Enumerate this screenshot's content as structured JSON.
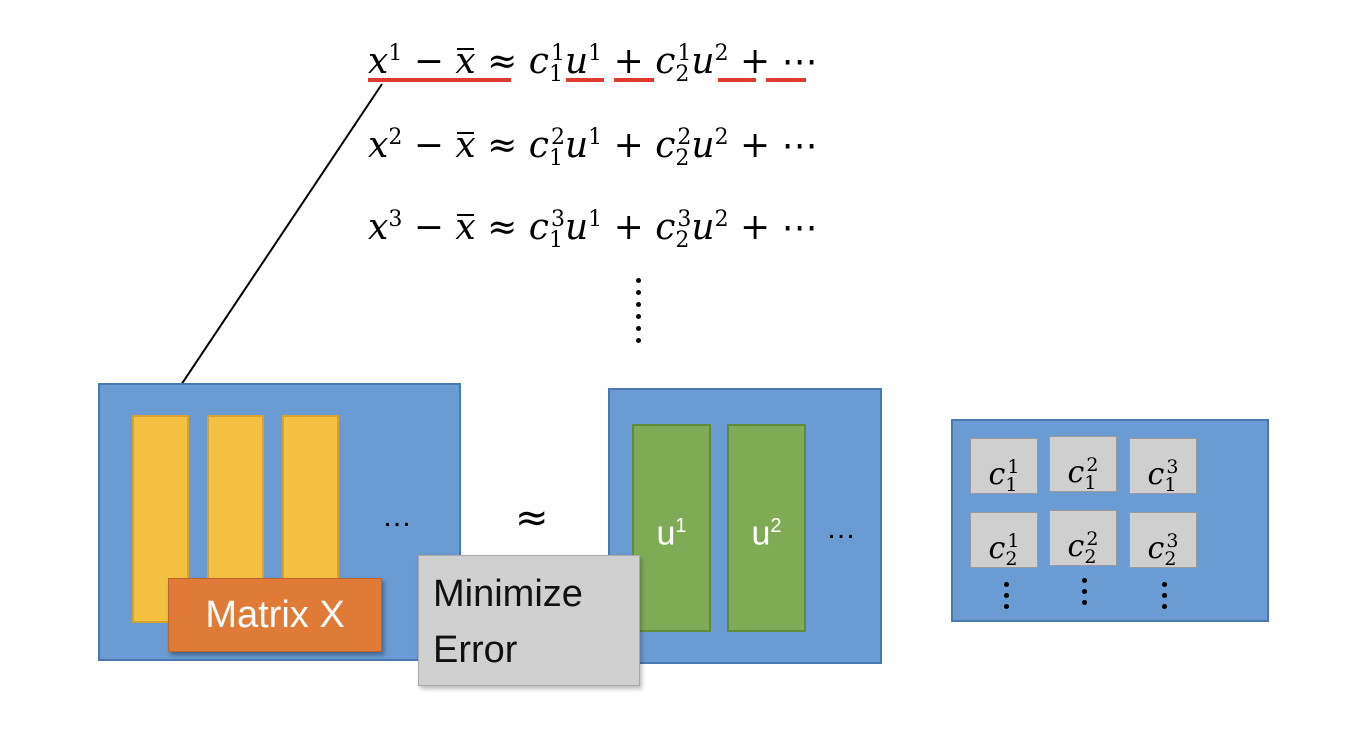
{
  "equations": [
    {
      "lhs_var": "x",
      "lhs_sup": "1",
      "minus": "−",
      "xbar": "x",
      "approx": "≈",
      "c": "c",
      "c1_sub": "1",
      "c1_sup": "1",
      "u": "u",
      "u1_sup": "1",
      "plus": "+",
      "c2_sub": "2",
      "c2_sup": "1",
      "u2_sup": "2",
      "tail": "+ ⋯"
    },
    {
      "lhs_var": "x",
      "lhs_sup": "2",
      "minus": "−",
      "xbar": "x",
      "approx": "≈",
      "c": "c",
      "c1_sub": "1",
      "c1_sup": "2",
      "u": "u",
      "u1_sup": "1",
      "plus": "+",
      "c2_sub": "2",
      "c2_sup": "2",
      "u2_sup": "2",
      "tail": "+ ⋯"
    },
    {
      "lhs_var": "x",
      "lhs_sup": "3",
      "minus": "−",
      "xbar": "x",
      "approx": "≈",
      "c": "c",
      "c1_sub": "1",
      "c1_sup": "3",
      "u": "u",
      "u1_sup": "1",
      "plus": "+",
      "c2_sub": "2",
      "c2_sup": "3",
      "u2_sup": "2",
      "tail": "+ ⋯"
    }
  ],
  "colors": {
    "panel": "#6a9bd2",
    "yellow_column": "#f4c042",
    "green_column": "#7fab57",
    "label_orange": "#e07b37",
    "error_gray": "#d0d0d0",
    "underline_red": "#e03a2e"
  },
  "matrix_x": {
    "label": "Matrix X",
    "ellipsis": "…"
  },
  "approx_symbol": "≈",
  "minimize_error": {
    "line1": "Minimize",
    "line2": "Error"
  },
  "components": {
    "u": "u",
    "u1_sup": "1",
    "u2_sup": "2",
    "ellipsis": "…"
  },
  "coefficients": {
    "c": "c",
    "row1": [
      {
        "sub": "1",
        "sup": "1"
      },
      {
        "sub": "1",
        "sup": "2"
      },
      {
        "sub": "1",
        "sup": "3"
      }
    ],
    "row2": [
      {
        "sub": "2",
        "sup": "1"
      },
      {
        "sub": "2",
        "sup": "2"
      },
      {
        "sub": "2",
        "sup": "3"
      }
    ]
  }
}
